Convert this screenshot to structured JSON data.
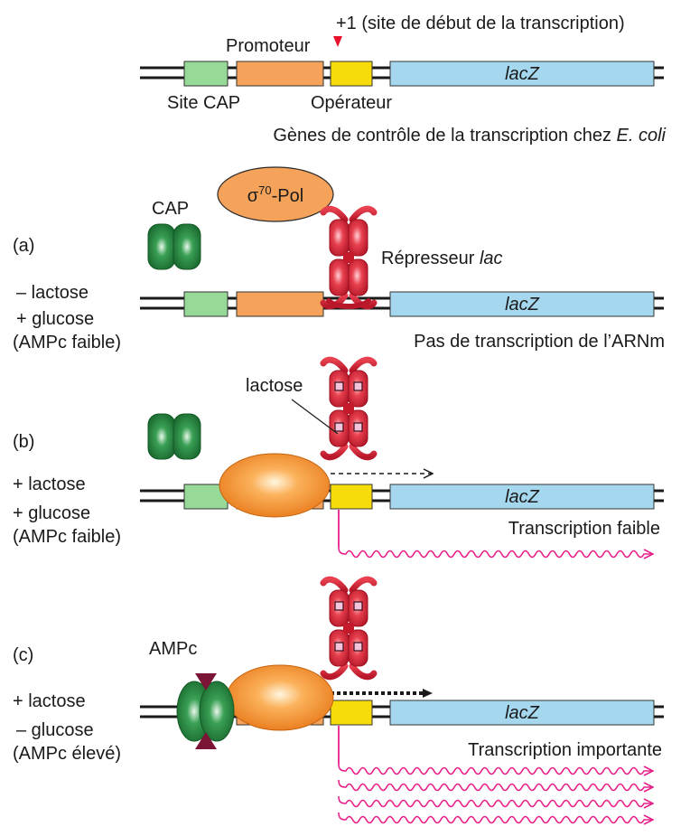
{
  "colors": {
    "cap_site": "#97d996",
    "promoter": "#f5a35a",
    "operator": "#f5dc0a",
    "lacz": "#a5d8ee",
    "repressor": "#e03040",
    "cap_protein": "#2f8f45",
    "polymerase": "#f08a25",
    "ampc_wedge": "#7a1535",
    "transcript": "#e8208a",
    "start_marker": "#e8102a"
  },
  "header": {
    "start_site": "+1 (site de début de la transcription)",
    "promoter": "Promoteur",
    "cap_site": "Site CAP",
    "operator": "Opérateur",
    "lacz": "lacZ",
    "caption_prefix": "Gènes de contrôle de la transcription chez ",
    "caption_species": "E. coli"
  },
  "panel_a": {
    "letter": "(a)",
    "cap": "CAP",
    "polymerase_sigma": "σ",
    "polymerase_sup": "70",
    "polymerase_suffix": "-Pol",
    "repressor_prefix": "Répresseur ",
    "repressor_gene": "lac",
    "condition_lactose": "– lactose",
    "condition_glucose": "+ glucose",
    "condition_ampc": "(AMPc faible)",
    "lacz": "lacZ",
    "result": "Pas de transcription de l’ARNm"
  },
  "panel_b": {
    "letter": "(b)",
    "lactose": "lactose",
    "condition_lactose": "+ lactose",
    "condition_glucose": "+ glucose",
    "condition_ampc": "(AMPc faible)",
    "lacz": "lacZ",
    "result": "Transcription faible"
  },
  "panel_c": {
    "letter": "(c)",
    "ampc": "AMPc",
    "condition_lactose": "+ lactose",
    "condition_glucose": "– glucose",
    "condition_ampc": "(AMPc élevé)",
    "lacz": "lacZ",
    "result": "Transcription importante"
  }
}
